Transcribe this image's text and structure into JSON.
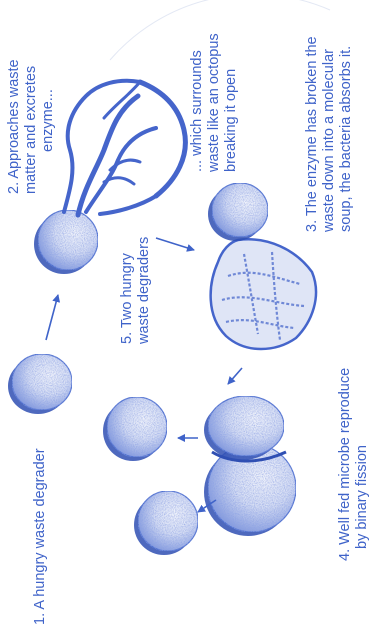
{
  "colors": {
    "ink": "#3f63c9",
    "cell_fill": "#d6def4",
    "cell_shadow": "#2f4fb3",
    "background": "#ffffff"
  },
  "labels": {
    "step1": [
      "1. A hungry waste degrader"
    ],
    "step2": [
      "2. Approaches waste",
      "matter and excretes",
      "enzyme..."
    ],
    "step2b": [
      "... which surrounds",
      "waste like an octopus",
      "breaking it open"
    ],
    "step3": [
      "3. The enzyme has broken the",
      "waste down into a molecular",
      "soup, the bacteria absorbs it."
    ],
    "step4": [
      "4. Well fed microbe reproduce",
      "by binary fission"
    ],
    "step5": [
      "5. Two hungry",
      "waste degraders"
    ]
  }
}
